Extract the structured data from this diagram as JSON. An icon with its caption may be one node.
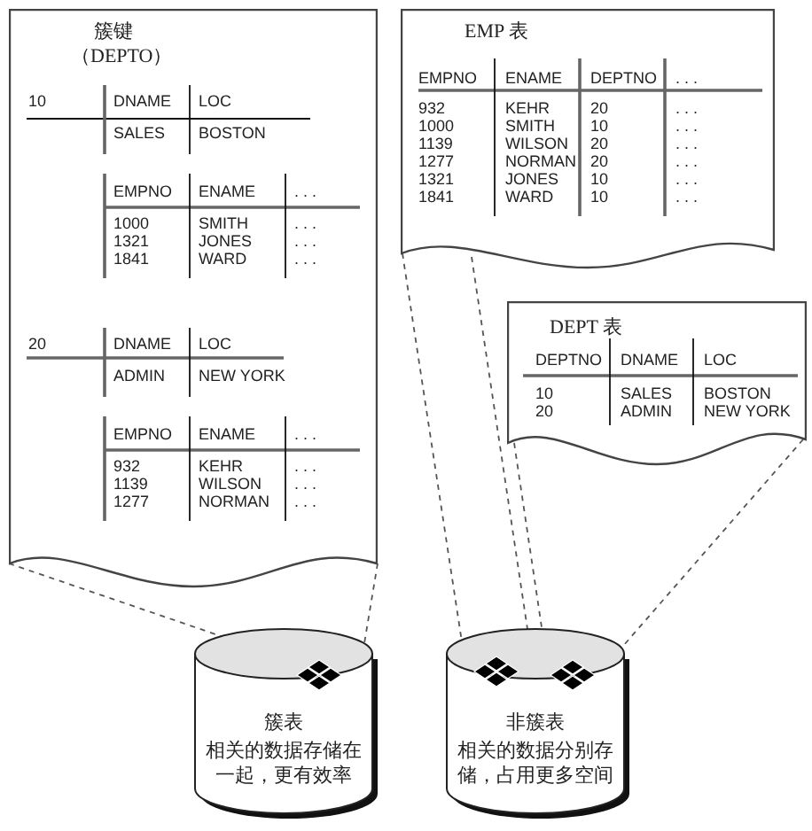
{
  "diagram": {
    "nodes": [
      {
        "text": [
          "簇键",
          "（DEPTO）",
          "10",
          "DNAME",
          "LOC",
          "SALES",
          "BOSTON",
          "EMPNO",
          "ENAME",
          ". . .",
          "1000",
          "SMITH",
          ". . .",
          "1321",
          "JONES",
          ". . .",
          "1841",
          "WARD",
          ". . .",
          "20",
          "DNAME",
          "LOC",
          "ADMIN",
          "NEW YORK",
          "EMPNO",
          "ENAME",
          ". . .",
          "932",
          "KEHR",
          ". . .",
          "1139",
          "WILSON",
          ". . .",
          "1277",
          "NORMAN",
          ". . ."
        ]
      },
      {
        "text": [
          "EMP 表",
          "EMPNO",
          "ENAME",
          "DEPTNO",
          ". . .",
          "932",
          "KEHR",
          "20",
          ". . .",
          "1000",
          "SMITH",
          "10",
          ". . .",
          "1139",
          "WILSON",
          "20",
          ". . .",
          "1277",
          "NORMAN",
          "20",
          ". . .",
          "1321",
          "JONES",
          "10",
          ". . .",
          "1841",
          "WARD",
          "10",
          ". . ."
        ]
      },
      {
        "text": [
          "DEPT 表",
          "DEPTNO",
          "DNAME",
          "LOC",
          "10",
          "SALES",
          "BOSTON",
          "20",
          "ADMIN",
          "NEW YORK"
        ]
      },
      {
        "text": [
          "簇表",
          "相关的数据存储在一起，更有效率"
        ]
      },
      {
        "text": [
          "非簇表",
          "相关的数据分别存储，占用更多空间"
        ]
      }
    ],
    "edges": [
      {
        "from": 0,
        "to": 3,
        "arrow": "none",
        "style": "dashed"
      },
      {
        "from": 0,
        "to": 3,
        "arrow": "none",
        "style": "dashed"
      },
      {
        "from": 1,
        "to": 4,
        "arrow": "none",
        "style": "dashed"
      },
      {
        "from": 1,
        "to": 4,
        "arrow": "none",
        "style": "dashed"
      },
      {
        "from": 2,
        "to": 4,
        "arrow": "none",
        "style": "dashed"
      },
      {
        "from": 2,
        "to": 4,
        "arrow": "none",
        "style": "dashed"
      }
    ]
  }
}
